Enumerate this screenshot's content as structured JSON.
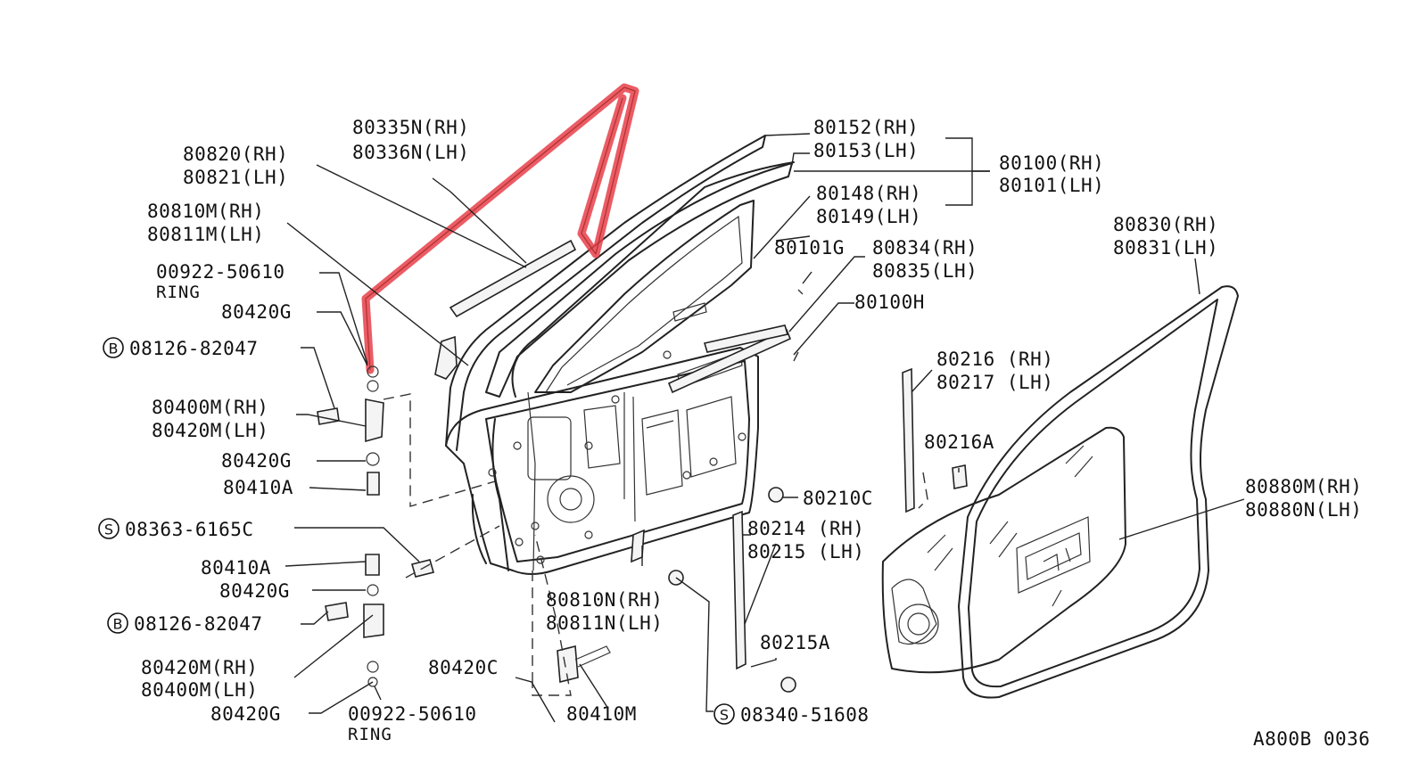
{
  "diagram_code": "A800B 0036",
  "highlight_color": "#e8404a",
  "labels": {
    "p80335": [
      "80335N(RH)",
      "80336N(LH)"
    ],
    "p80820": [
      "80820(RH)",
      "80821(LH)"
    ],
    "p80810M": [
      "80810M(RH)",
      "80811M(LH)"
    ],
    "ring_top": [
      "00922-50610",
      "RING"
    ],
    "p80420G_top": "80420G",
    "bolt_top": "08126-82047",
    "p80400M": [
      "80400M(RH)",
      "80420M(LH)"
    ],
    "p80420G_2": "80420G",
    "p80410A_top": "80410A",
    "screw_s1": "08363-6165C",
    "p80410A_2": "80410A",
    "p80420G_3": "80420G",
    "bolt_bottom": "08126-82047",
    "p80420M": [
      "80420M(RH)",
      "80400M(LH)"
    ],
    "p80420G_4": "80420G",
    "ring_bottom": [
      "00922-50610",
      "RING"
    ],
    "p80420C": "80420C",
    "p80410M": "80410M",
    "p80810N": [
      "80810N(RH)",
      "80811N(LH)"
    ],
    "screw_s2": "08340-51608",
    "p80152": [
      "80152(RH)",
      "80153(LH)"
    ],
    "p80100": [
      "80100(RH)",
      "80101(LH)"
    ],
    "p80148": [
      "80148(RH)",
      "80149(LH)"
    ],
    "p80101G": "80101G",
    "p80834": [
      "80834(RH)",
      "80835(LH)"
    ],
    "p80100H": "80100H",
    "p80830": [
      "80830(RH)",
      "80831(LH)"
    ],
    "p80216": [
      "80216 (RH)",
      "80217 (LH)"
    ],
    "p80216A": "80216A",
    "p80210C": "80210C",
    "p80214": [
      "80214 (RH)",
      "80215 (LH)"
    ],
    "p80215A": "80215A",
    "p80880M": [
      "80880M(RH)",
      "80880N(LH)"
    ]
  },
  "markers": {
    "bolt_top": "B",
    "bolt_bottom": "B",
    "screw_s1": "S",
    "screw_s2": "S"
  }
}
